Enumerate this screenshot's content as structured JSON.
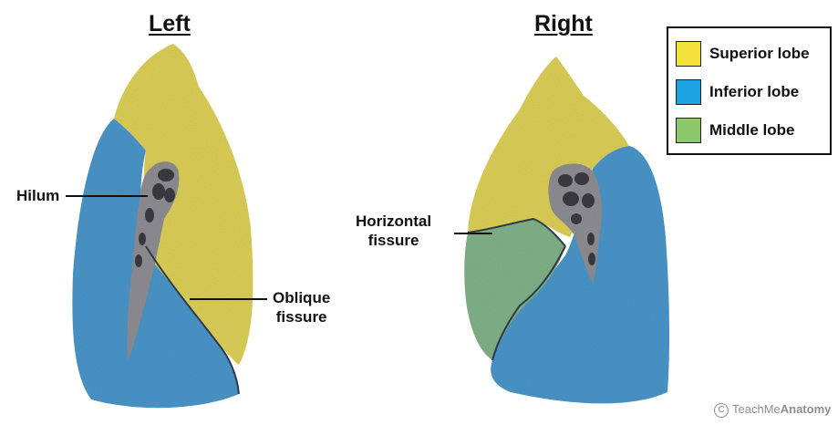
{
  "titles": {
    "left": "Left",
    "right": "Right"
  },
  "labels": {
    "hilum": "Hilum",
    "oblique_line1": "Oblique",
    "oblique_line2": "fissure",
    "horizontal_line1": "Horizontal",
    "horizontal_line2": "fissure"
  },
  "legend": [
    {
      "label": "Superior lobe",
      "color": "#f4e23c"
    },
    {
      "label": "Inferior lobe",
      "color": "#1aa3e0"
    },
    {
      "label": "Middle lobe",
      "color": "#8cc96b"
    }
  ],
  "lobe_colors": {
    "superior": "#d9cc56",
    "inferior": "#4a93c6",
    "middle": "#7faf86",
    "hilum": "#8c8c90"
  },
  "credit": {
    "icon": "copyright-icon",
    "prefix": "TeachMe",
    "brand": "Anatomy"
  }
}
